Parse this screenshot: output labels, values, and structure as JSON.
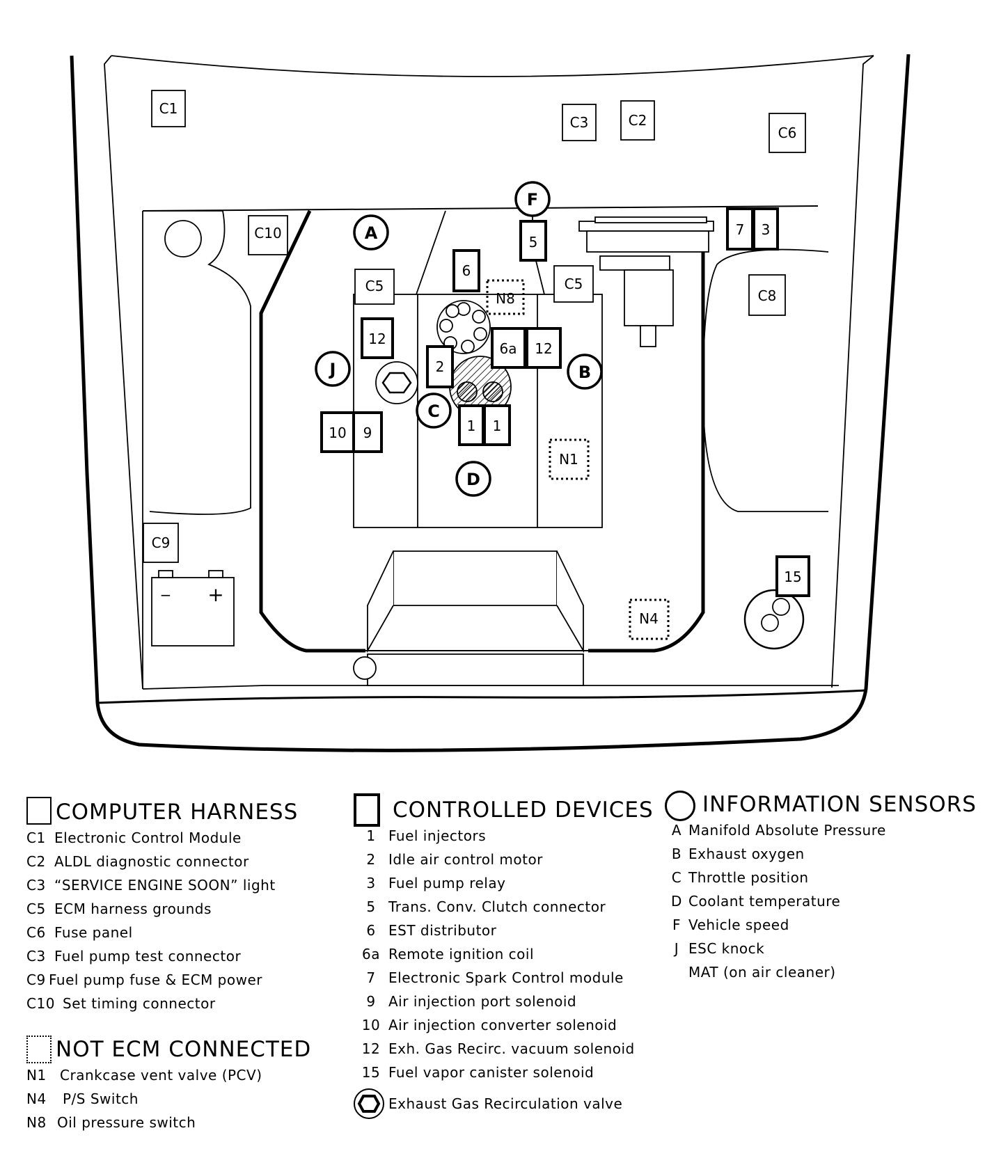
{
  "diagram": {
    "c1": "C1",
    "c2": "C2",
    "c3": "C3",
    "c6": "C6",
    "c10": "C10",
    "c5": "C5",
    "c8": "C8",
    "c9": "C9",
    "n1": "N1",
    "n4": "N4",
    "n8": "N8",
    "d1": "1",
    "d2": "2",
    "d3": "3",
    "d5": "5",
    "d6": "6",
    "d6a": "6a",
    "d7": "7",
    "d9": "9",
    "d10": "10",
    "d12": "12",
    "d15": "15",
    "sA": "A",
    "sB": "B",
    "sC": "C",
    "sD": "D",
    "sF": "F",
    "sJ": "J",
    "battery_minus": "−",
    "battery_plus": "+"
  },
  "legend": {
    "computer_harness": {
      "title": "COMPUTER HARNESS",
      "items": [
        {
          "code": "C1",
          "label": "Electronic Control Module"
        },
        {
          "code": "C2",
          "label": "ALDL diagnostic connector"
        },
        {
          "code": "C3",
          "label": "“SERVICE ENGINE SOON” light"
        },
        {
          "code": "C5",
          "label": "ECM harness grounds"
        },
        {
          "code": "C6",
          "label": "Fuse panel"
        },
        {
          "code": "C3",
          "label": "Fuel pump test connector"
        },
        {
          "code": "C9",
          "label": "Fuel pump fuse  & ECM power"
        },
        {
          "code": "C10",
          "label": "Set timing connector"
        }
      ]
    },
    "not_ecm_connected": {
      "title": "NOT ECM CONNECTED",
      "items": [
        {
          "code": "N1",
          "label": "Crankcase vent valve (PCV)"
        },
        {
          "code": "N4",
          "label": "P/S Switch"
        },
        {
          "code": "N8",
          "label": "Oil pressure switch"
        }
      ]
    },
    "controlled_devices": {
      "title": "CONTROLLED DEVICES",
      "items": [
        {
          "code": "1",
          "label": "Fuel injectors"
        },
        {
          "code": "2",
          "label": "Idle air control motor"
        },
        {
          "code": "3",
          "label": "Fuel pump relay"
        },
        {
          "code": "5",
          "label": "Trans. Conv. Clutch connector"
        },
        {
          "code": "6",
          "label": "EST distributor"
        },
        {
          "code": "6a",
          "label": "Remote ignition coil"
        },
        {
          "code": "7",
          "label": "Electronic Spark Control module"
        },
        {
          "code": "9",
          "label": "Air injection port solenoid"
        },
        {
          "code": "10",
          "label": "Air injection converter solenoid"
        },
        {
          "code": "12",
          "label": "Exh. Gas Recirc. vacuum solenoid"
        },
        {
          "code": "15",
          "label": "Fuel vapor canister solenoid"
        }
      ],
      "egr_label": "Exhaust Gas Recirculation valve"
    },
    "information_sensors": {
      "title": "INFORMATION SENSORS",
      "items": [
        {
          "code": "A",
          "label": "Manifold Absolute Pressure"
        },
        {
          "code": "B",
          "label": "Exhaust oxygen"
        },
        {
          "code": "C",
          "label": "Throttle position"
        },
        {
          "code": "D",
          "label": "Coolant temperature"
        },
        {
          "code": "F",
          "label": "Vehicle speed"
        },
        {
          "code": "J",
          "label": "ESC knock"
        },
        {
          "code": "",
          "label": "MAT (on air cleaner)"
        }
      ]
    }
  }
}
